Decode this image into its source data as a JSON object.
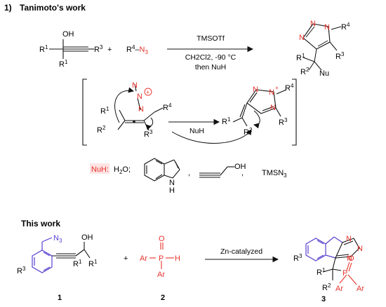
{
  "section1": {
    "number": "1)",
    "title": "Tanimoto's work",
    "reaction": {
      "reagent_1": "TMSOTf",
      "reagent_2": "CH2Cl2, -90 °C",
      "reagent_3": "then NuH",
      "plus": "+",
      "azide": "R4-N3"
    },
    "mechanism_reagent": "NuH",
    "nuh": {
      "label": "NuH:",
      "water": "H2O;",
      "sep1": ",",
      "sep2": ",",
      "tmsn3": "TMSN3"
    }
  },
  "section2": {
    "title": "This work",
    "catalyst": "Zn-catalyzed",
    "plus": "+",
    "compound_labels": [
      "1",
      "2",
      "3"
    ]
  },
  "atoms": {
    "OH": "OH",
    "R1": "R",
    "R2": "R",
    "R3": "R",
    "R4": "R",
    "Nu": "Nu",
    "N": "N",
    "N3": "N",
    "H": "H",
    "P": "P",
    "O": "O",
    "Ar": "Ar"
  },
  "colors": {
    "heteroatom": "#e8322b",
    "aromatic": "#5a3fd1",
    "highlight": "#ffe3e3"
  }
}
